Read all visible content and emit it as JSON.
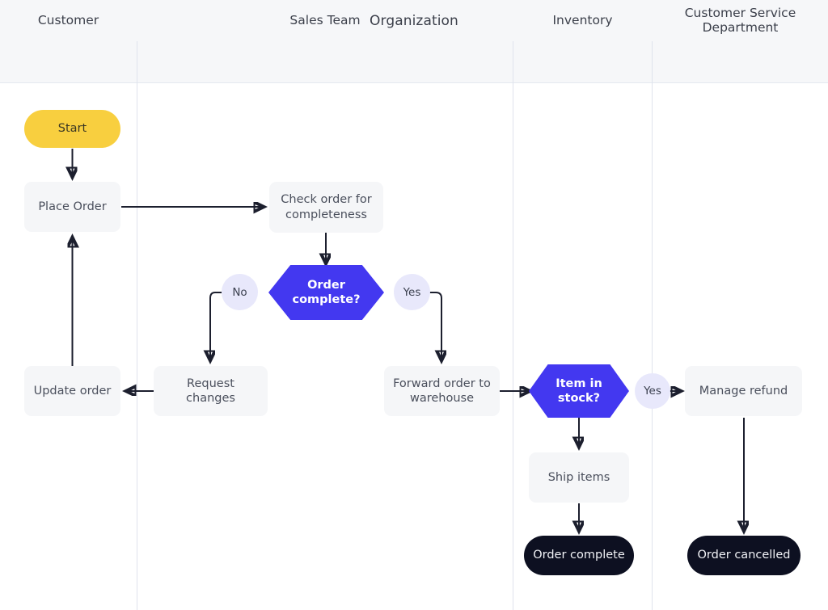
{
  "diagram": {
    "type": "swimlane-flowchart",
    "pool_title": "Organization",
    "lanes": [
      {
        "id": "customer",
        "label": "Customer"
      },
      {
        "id": "sales",
        "label": "Sales Team"
      },
      {
        "id": "inventory",
        "label": "Inventory"
      },
      {
        "id": "service",
        "label": "Customer Service Department"
      }
    ],
    "nodes": [
      {
        "id": "start",
        "label": "Start",
        "shape": "terminator-start",
        "lane": "customer"
      },
      {
        "id": "place",
        "label": "Place Order",
        "shape": "task",
        "lane": "customer"
      },
      {
        "id": "update",
        "label": "Update order",
        "shape": "task",
        "lane": "customer"
      },
      {
        "id": "check",
        "label": "Check order for completeness",
        "shape": "task",
        "lane": "sales"
      },
      {
        "id": "complete",
        "label": "Order complete?",
        "shape": "decision",
        "lane": "sales"
      },
      {
        "id": "request",
        "label": "Request changes",
        "shape": "task",
        "lane": "sales"
      },
      {
        "id": "forward",
        "label": "Forward order to warehouse",
        "shape": "task",
        "lane": "sales"
      },
      {
        "id": "instock",
        "label": "Item in stock?",
        "shape": "decision",
        "lane": "inventory"
      },
      {
        "id": "ship",
        "label": "Ship items",
        "shape": "task",
        "lane": "inventory"
      },
      {
        "id": "ordercompl",
        "label": "Order complete",
        "shape": "terminator-end",
        "lane": "inventory"
      },
      {
        "id": "refund",
        "label": "Manage refund",
        "shape": "task",
        "lane": "service"
      },
      {
        "id": "ordercanc",
        "label": "Order cancelled",
        "shape": "terminator-end",
        "lane": "service"
      }
    ],
    "edge_labels": [
      {
        "id": "no1",
        "label": "No",
        "from": "complete"
      },
      {
        "id": "yes1",
        "label": "Yes",
        "from": "complete"
      },
      {
        "id": "yes2",
        "label": "Yes",
        "from": "instock"
      }
    ],
    "edges": [
      {
        "from": "start",
        "to": "place"
      },
      {
        "from": "place",
        "to": "check"
      },
      {
        "from": "check",
        "to": "complete"
      },
      {
        "from": "complete",
        "to": "request",
        "label": "No"
      },
      {
        "from": "complete",
        "to": "forward",
        "label": "Yes"
      },
      {
        "from": "request",
        "to": "update"
      },
      {
        "from": "update",
        "to": "place"
      },
      {
        "from": "forward",
        "to": "instock"
      },
      {
        "from": "instock",
        "to": "refund",
        "label": "Yes"
      },
      {
        "from": "instock",
        "to": "ship"
      },
      {
        "from": "ship",
        "to": "ordercompl"
      },
      {
        "from": "refund",
        "to": "ordercanc"
      }
    ],
    "colors": {
      "start_fill": "#f8cf3f",
      "task_fill": "#f5f6f8",
      "decision_fill": "#4338f0",
      "end_fill": "#0d1021",
      "edge_label_fill": "#e8e8fb",
      "connector": "#1c1f2e",
      "lane_header_fill": "#f6f7f9",
      "lane_border": "#dfe3ed"
    }
  }
}
